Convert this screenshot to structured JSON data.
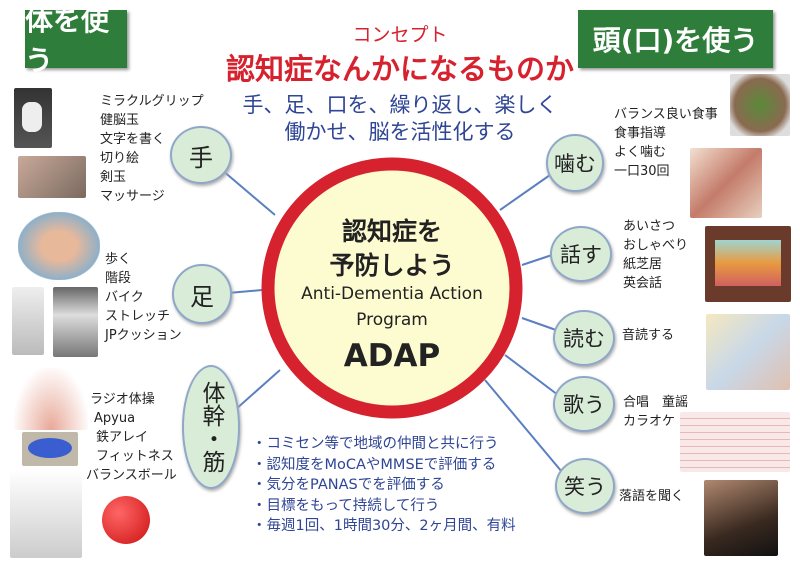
{
  "header": {
    "left_label": "体を使う",
    "right_label": "頭(口)を使う",
    "concept_label": "コンセプト",
    "title": "認知症なんかになるものか",
    "subtitle_line1": "手、足、口を、繰り返し、楽しく",
    "subtitle_line2": "働かせ、脳を活性化する"
  },
  "center": {
    "line1": "認知症を",
    "line2": "予防しよう",
    "english_line1": "Anti-Dementia Action",
    "english_line2": "Program",
    "acronym": "ADAP"
  },
  "left_nodes": [
    {
      "label": "手",
      "items": [
        "ミラクルグリップ",
        "健脳玉",
        "文字を書く",
        "切り絵",
        "剣玉",
        "マッサージ"
      ]
    },
    {
      "label": "足",
      "items": [
        "歩く",
        "階段",
        "バイク",
        "ストレッチ",
        "JPクッション"
      ]
    },
    {
      "label": "体幹・筋",
      "items": [
        "ラジオ体操",
        "Apyua",
        "鉄アレイ",
        "フィットネス",
        "バランスボール"
      ]
    }
  ],
  "right_nodes": [
    {
      "label": "噛む",
      "items": [
        "バランス良い食事",
        "食事指導",
        "よく噛む",
        "一口30回"
      ]
    },
    {
      "label": "話す",
      "items": [
        "あいさつ",
        "おしゃべり",
        "紙芝居",
        "英会話"
      ]
    },
    {
      "label": "読む",
      "items": [
        "音読する"
      ]
    },
    {
      "label": "歌う",
      "items": [
        "合唱　童謡",
        "カラオケ"
      ]
    },
    {
      "label": "笑う",
      "items": [
        "落語を聞く"
      ]
    }
  ],
  "bullets": [
    "・コミセン等で地域の仲間と共に行う",
    "・認知度をMoCAやMMSEで評価する",
    "・気分をPANASでを評価する",
    "・目標をもって持続して行う",
    "・毎週1回、1時間30分、2ヶ月間、有料"
  ],
  "colors": {
    "green": "#2e7d3a",
    "red": "#d6222e",
    "blue": "#2f4595",
    "node": "#d9ecd8",
    "circle_fill": "#fdfbd0"
  }
}
